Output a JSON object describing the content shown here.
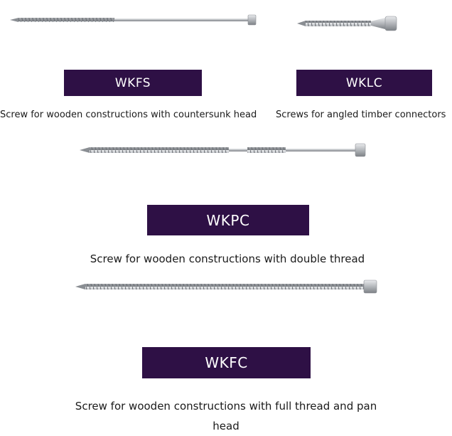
{
  "colors": {
    "label_bg": "#2e1045",
    "label_text": "#ffffff",
    "screw_metal": "#b9bcc0"
  },
  "products": {
    "wkfs": {
      "name": "WKFS",
      "description": "Screw for wooden constructions with countersunk head",
      "icon": "countersunk-screw-icon"
    },
    "wklc": {
      "name": "WKLC",
      "description": "Screws for angled timber connectors",
      "icon": "connector-screw-icon"
    },
    "wkpc": {
      "name": "WKPC",
      "description": "Screw for wooden constructions with double thread",
      "icon": "double-thread-screw-icon"
    },
    "wkfc": {
      "name": "WKFC",
      "description_line1": "Screw for wooden constructions with full thread and pan",
      "description_line2": "head",
      "icon": "full-thread-screw-icon"
    }
  }
}
